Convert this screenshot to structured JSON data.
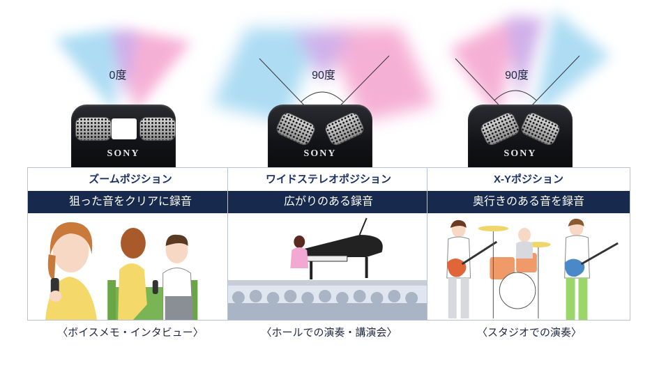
{
  "device": {
    "brand": "SONY"
  },
  "panels": [
    {
      "angle": "0度",
      "title": "ズームポジション",
      "subtitle": "狙った音をクリアに録音",
      "caption": "〈ボイスメモ・インタビュー〉"
    },
    {
      "angle": "90度",
      "title": "ワイドステレオポジション",
      "subtitle": "広がりのある録音",
      "caption": "〈ホールでの演奏・講演会〉"
    },
    {
      "angle": "90度",
      "title": "X-Yポジション",
      "subtitle": "奥行きのある音を録音",
      "caption": "〈スタジオでの演奏〉"
    }
  ],
  "colors": {
    "banner": "#17294d",
    "title_text": "#1b3263",
    "beam_blue": "#9fd6f2",
    "beam_pink": "#f4a3cf",
    "beam_overlap": "#c7a3e6"
  }
}
